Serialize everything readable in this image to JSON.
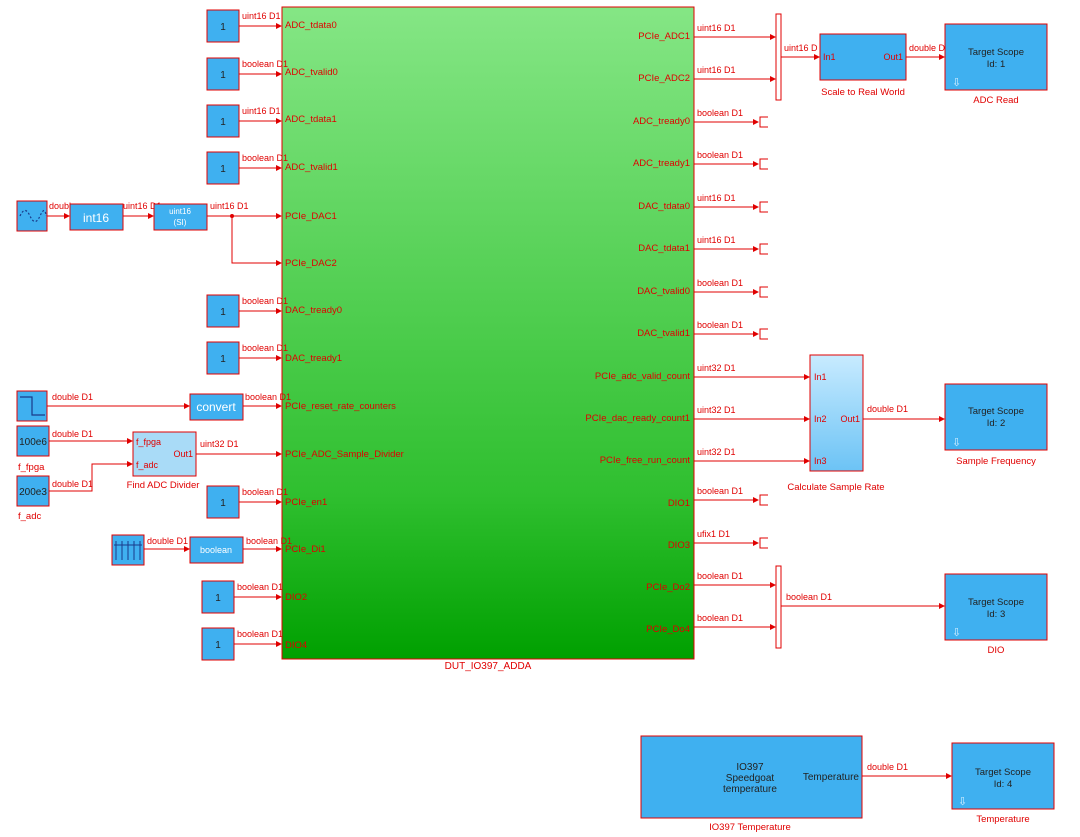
{
  "dut": {
    "name": "DUT_IO397_ADDA",
    "inputs": [
      "ADC_tdata0",
      "ADC_tvalid0",
      "ADC_tdata1",
      "ADC_tvalid1",
      "PCIe_DAC1",
      "PCIe_DAC2",
      "DAC_tready0",
      "DAC_tready1",
      "PCIe_reset_rate_counters",
      "PCIe_ADC_Sample_Divider",
      "PCIe_en1",
      "PCIe_Di1",
      "DIO2",
      "DIO4"
    ],
    "outputs": [
      "PCIe_ADC1",
      "PCIe_ADC2",
      "ADC_tready0",
      "ADC_tready1",
      "DAC_tdata0",
      "DAC_tdata1",
      "DAC_tvalid0",
      "DAC_tvalid1",
      "PCIe_adc_valid_count",
      "PCIe_dac_ready_count1",
      "PCIe_free_run_count",
      "DIO1",
      "DIO3",
      "PCIe_Do2",
      "PCIe_Do4"
    ],
    "input_types": [
      "uint16 D1",
      "boolean D1",
      "uint16 D1",
      "boolean D1",
      "uint16 D1",
      "",
      "boolean D1",
      "boolean D1",
      "boolean D1",
      "uint32 D1",
      "boolean D1",
      "boolean D1",
      "boolean D1",
      "boolean D1"
    ],
    "output_types": [
      "uint16 D1",
      "uint16 D1",
      "boolean D1",
      "boolean D1",
      "uint16 D1",
      "uint16 D1",
      "boolean D1",
      "boolean D1",
      "uint32 D1",
      "uint32 D1",
      "uint32 D1",
      "boolean D1",
      "ufix1 D1",
      "boolean D1",
      "boolean D1"
    ]
  },
  "constants": {
    "one": "1",
    "f_fpga_value": "100e6",
    "f_fpga_label": "f_fpga",
    "f_adc_value": "200e3",
    "f_adc_label": "f_adc"
  },
  "blocks": {
    "int16": "int16",
    "uint16_line1": "uint16",
    "uint16_line2": "(SI)",
    "convert": "convert",
    "boolean": "boolean",
    "find_adc_divider": {
      "name": "Find ADC Divider",
      "in1": "f_fpga",
      "in2": "f_adc",
      "out": "Out1"
    },
    "scale": {
      "name": "Scale to Real World",
      "in": "In1",
      "out": "Out1"
    },
    "calc_rate": {
      "name": "Calculate Sample Rate",
      "in1": "In1",
      "in2": "In2",
      "in3": "In3",
      "out": "Out1"
    },
    "temperature": {
      "name": "IO397 Temperature",
      "line1": "IO397",
      "line2": "Speedgoat",
      "line3": "temperature",
      "port": "Temperature"
    }
  },
  "scopes": [
    {
      "line1": "Target Scope",
      "line2": "Id: 1",
      "name": "ADC Read"
    },
    {
      "line1": "Target Scope",
      "line2": "Id: 2",
      "name": "Sample Frequency"
    },
    {
      "line1": "Target Scope",
      "line2": "Id: 3",
      "name": "DIO"
    },
    {
      "line1": "Target Scope",
      "line2": "Id: 4",
      "name": "Temperature"
    }
  ],
  "wire_labels": {
    "double_D1": "double D1",
    "uint16_D1": "uint16 D1",
    "uint32_D1": "uint32 D1",
    "boolean_D1": "boolean D1",
    "double_short": "doubl",
    "uint16_mux": "uint16 D"
  },
  "colors": {
    "wire": "#e00000",
    "block": "#3fb0f0",
    "dut_top": "#85e685",
    "dut_bottom": "#00a000"
  }
}
